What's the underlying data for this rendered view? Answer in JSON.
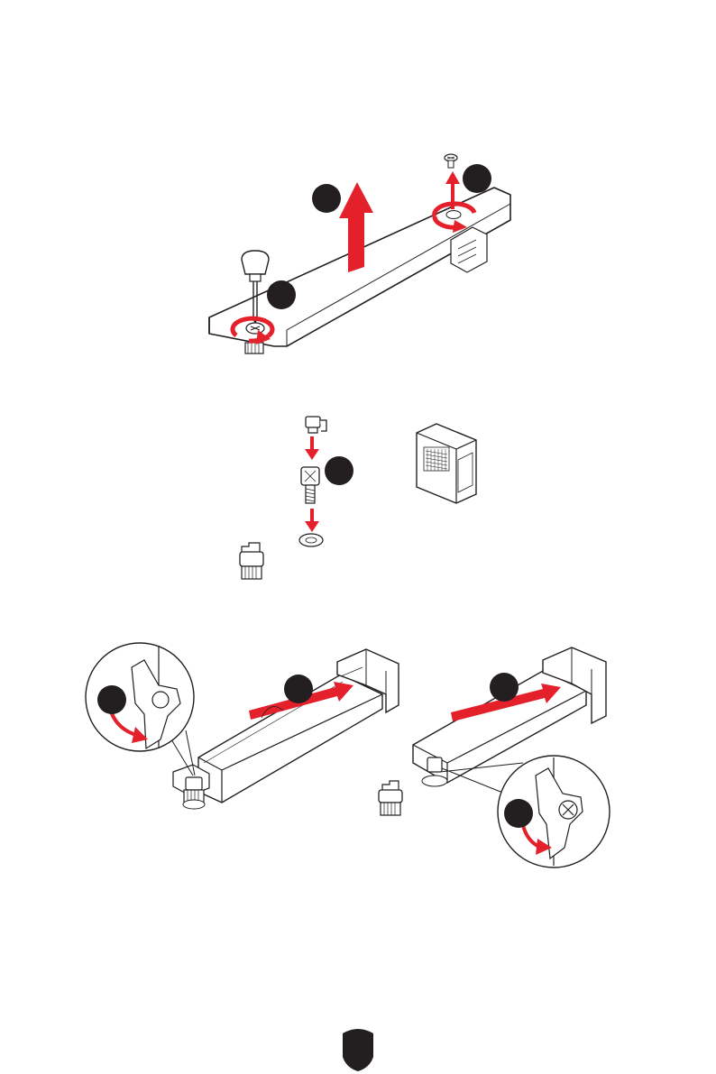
{
  "page": {
    "page_number": "",
    "accent_color": "#e4202b",
    "ink_color": "#231f20"
  },
  "figures": [
    {
      "name": "remove-heatsink-figure",
      "steps": [
        "",
        "",
        ""
      ],
      "icons": [
        "screwdriver-icon",
        "screw-icon",
        "rotate-arrow-icon",
        "lift-arrow-icon"
      ]
    },
    {
      "name": "install-standoff-figure",
      "steps": [
        ""
      ],
      "icons": [
        "standoff-icon",
        "ez-latch-icon",
        "m2-connector-icon"
      ]
    },
    {
      "name": "insert-ssd-figure",
      "steps": [
        "",
        "",
        "",
        ""
      ],
      "icons": [
        "m2-ssd-icon",
        "latch-detail-icon",
        "rotate-arrow-icon"
      ]
    }
  ]
}
